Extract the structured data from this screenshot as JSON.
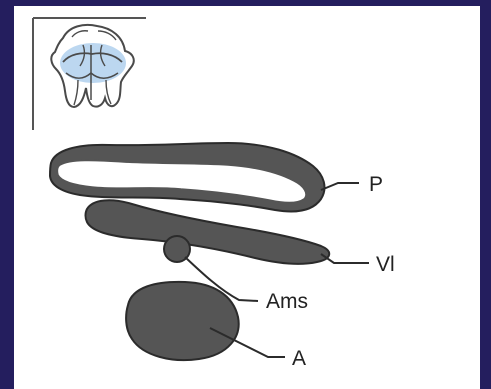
{
  "labels": {
    "p": "P",
    "vl": "Vl",
    "ams": "Ams",
    "a": "A"
  },
  "colors": {
    "background": "#241e5e",
    "panel": "#ffffff",
    "structure_fill": "#555555",
    "outline": "#2b2b2b",
    "inset_highlight": "#b8d5ef"
  },
  "icons": {
    "orientation_inset": "brain-orientation-icon"
  }
}
